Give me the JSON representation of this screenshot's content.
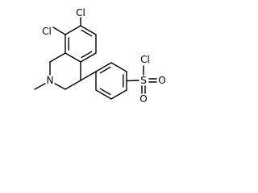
{
  "molecule": {
    "atom_labels": {
      "cl_top": "Cl",
      "cl_left": "Cl",
      "nitrogen": "N",
      "sulfur": "S",
      "cl_sulfonyl": "Cl",
      "oxygen_1": "O",
      "oxygen_2": "O"
    }
  }
}
